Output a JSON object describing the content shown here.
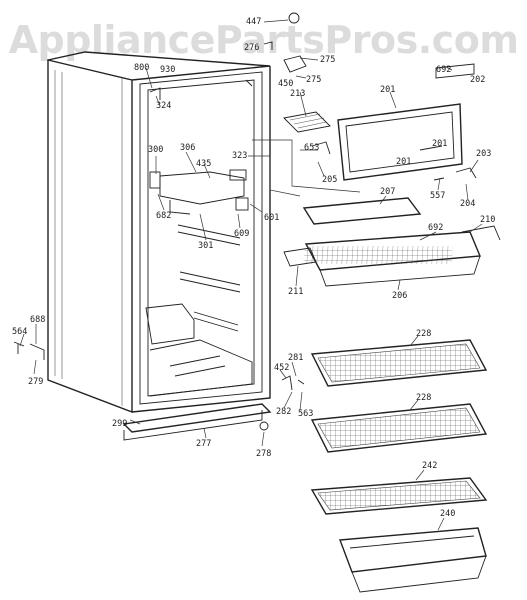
{
  "watermark": "AppliancePartsPros.com",
  "callouts": {
    "c447": "447",
    "c276": "276",
    "c275": "275",
    "c450": "450",
    "c213": "213",
    "c692a": "692",
    "c202": "202",
    "c201a": "201",
    "c201b": "201",
    "c201c": "201",
    "c800": "800",
    "c930": "930",
    "c324": "324",
    "c300": "300",
    "c306": "306",
    "c435": "435",
    "c323": "323",
    "c653": "653",
    "c205": "205",
    "c203": "203",
    "c557": "557",
    "c204": "204",
    "c682": "682",
    "c601": "601",
    "c301": "301",
    "c609": "609",
    "c207": "207",
    "c692b": "692",
    "c210": "210",
    "c211": "211",
    "c206": "206",
    "c564": "564",
    "c688": "688",
    "c279": "279",
    "c228a": "228",
    "c281": "281",
    "c452": "452",
    "c282": "282",
    "c563": "563",
    "c228b": "228",
    "c299": "299",
    "c277": "277",
    "c278": "278",
    "c242": "242",
    "c240": "240"
  }
}
